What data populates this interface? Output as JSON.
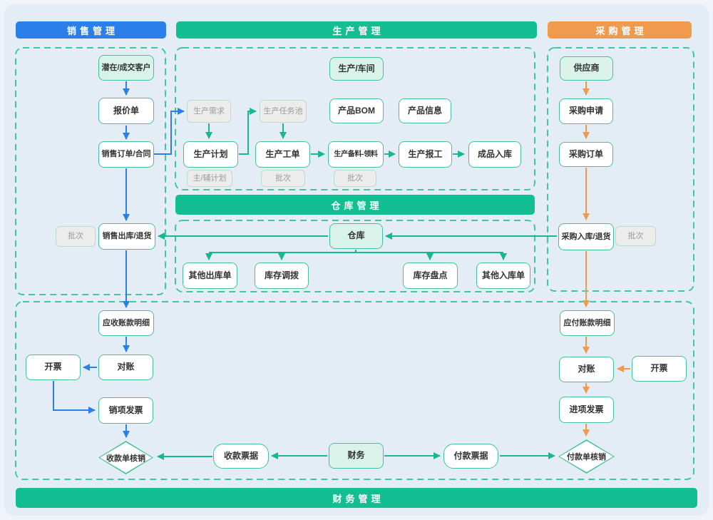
{
  "headers": {
    "sales": "销售管理",
    "production": "生产管理",
    "purchase": "采购管理",
    "warehouse": "仓库管理",
    "finance": "财务管理"
  },
  "nodes": {
    "potential_customer": "潜在/成交客户",
    "quotation": "报价单",
    "sales_order": "销售订单/合同",
    "sales_outbound": "销售出库/退货",
    "sales_batch": "批次",
    "production_workshop": "生产/车间",
    "production_demand": "生产需求",
    "production_task_pool": "生产任务池",
    "product_bom": "产品BOM",
    "product_info": "产品信息",
    "production_plan": "生产计划",
    "production_work_order": "生产工单",
    "production_material": "生产备料-领料",
    "production_report": "生产报工",
    "finished_inbound": "成品入库",
    "main_aux_plan": "主/辅计划",
    "work_order_batch": "批次",
    "material_batch": "批次",
    "warehouse": "仓库",
    "other_outbound": "其他出库单",
    "stock_transfer": "库存调拨",
    "stock_check": "库存盘点",
    "other_inbound": "其他入库单",
    "supplier": "供应商",
    "purchase_request": "采购申请",
    "purchase_order": "采购订单",
    "purchase_inbound": "采购入库/退货",
    "purchase_batch": "批次",
    "receivable_detail": "应收账款明细",
    "reconcile_left": "对账",
    "invoice_left": "开票",
    "sales_invoice": "销项发票",
    "receipt_writeoff": "收款单核销",
    "receipt_bill": "收款票据",
    "finance": "财务",
    "payment_bill": "付款票据",
    "payment_writeoff": "付款单核销",
    "input_invoice": "进项发票",
    "reconcile_right": "对账",
    "invoice_right": "开票",
    "payable_detail": "应付账款明细"
  },
  "palette": {
    "background": "#e4edf5",
    "sales_blue": "#2b7fe9",
    "main_green": "#13bf92",
    "purchase_orange": "#f09a4d",
    "node_border_teal": "#43c29a",
    "node_fill_teal": "#d9f3ea",
    "dashed_border": "#3fc8a0",
    "tag_gray_fill": "#ececec",
    "tag_gray_text": "#9b9b9b"
  }
}
